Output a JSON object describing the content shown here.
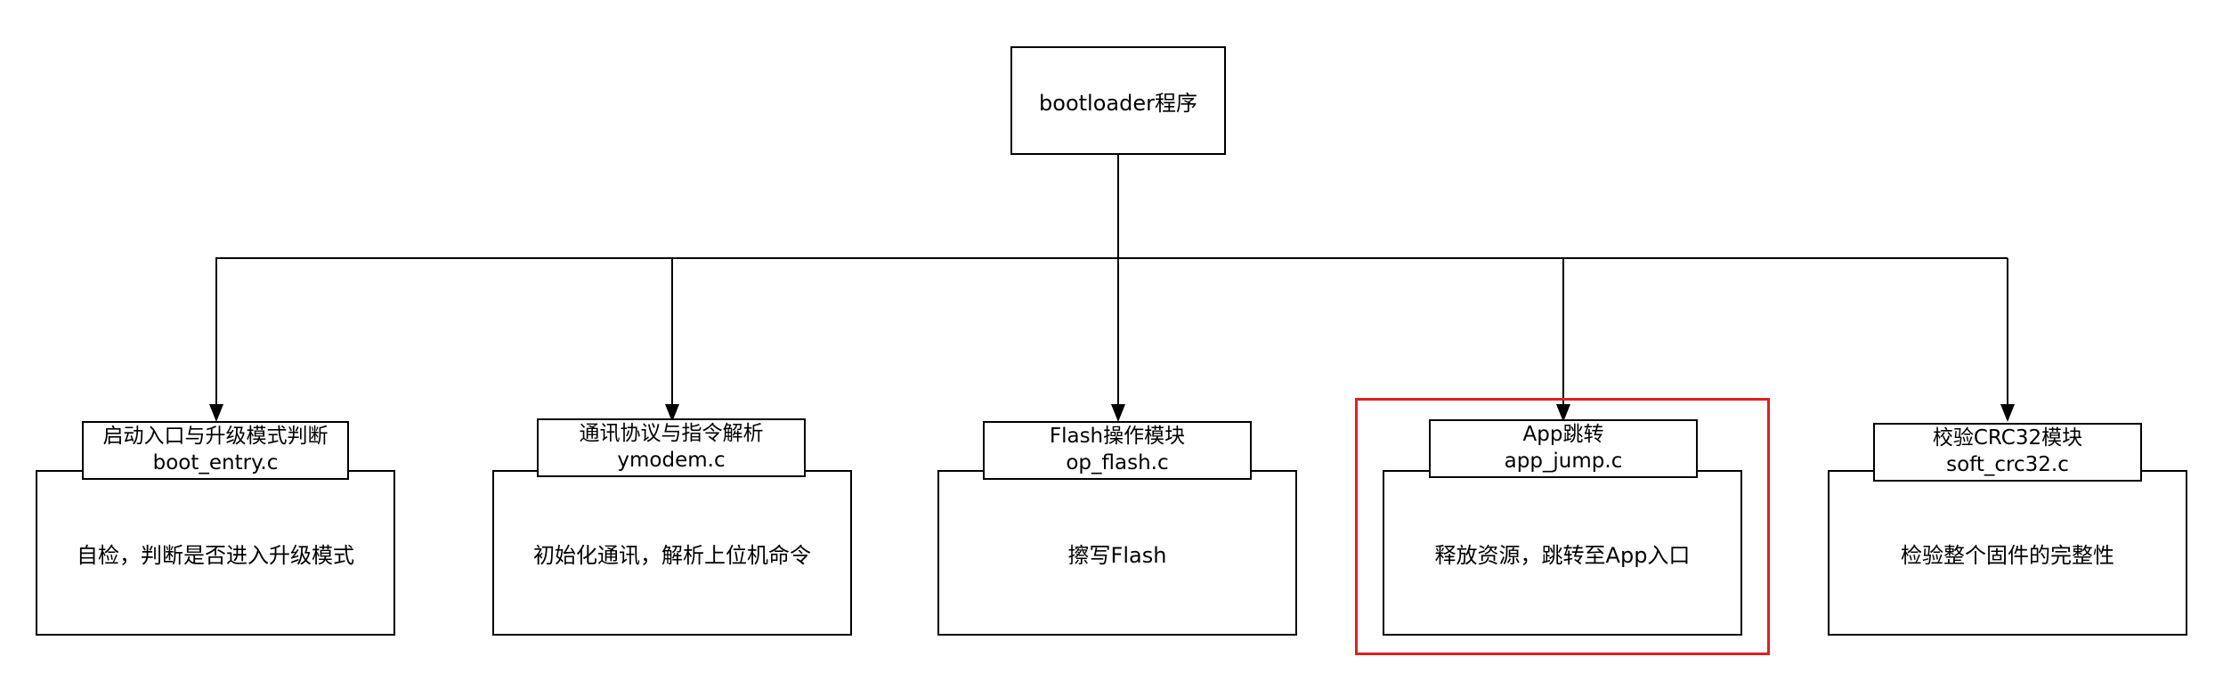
{
  "root": {
    "label": "bootloader程序"
  },
  "modules": [
    {
      "name": "启动入口与升级模式判断",
      "file": "boot_entry.c",
      "desc": "自检，判断是否进入升级模式"
    },
    {
      "name": "通讯协议与指令解析",
      "file": "ymodem.c",
      "desc": "初始化通讯，解析上位机命令"
    },
    {
      "name": "Flash操作模块",
      "file": "op_flash.c",
      "desc": "擦写Flash"
    },
    {
      "name": "App跳转",
      "file": "app_jump.c",
      "desc": "释放资源，跳转至App入口"
    },
    {
      "name": "校验CRC32模块",
      "file": "soft_crc32.c",
      "desc": "检验整个固件的完整性"
    }
  ],
  "highlight": {
    "module_index": 3,
    "color": "#e02020"
  }
}
